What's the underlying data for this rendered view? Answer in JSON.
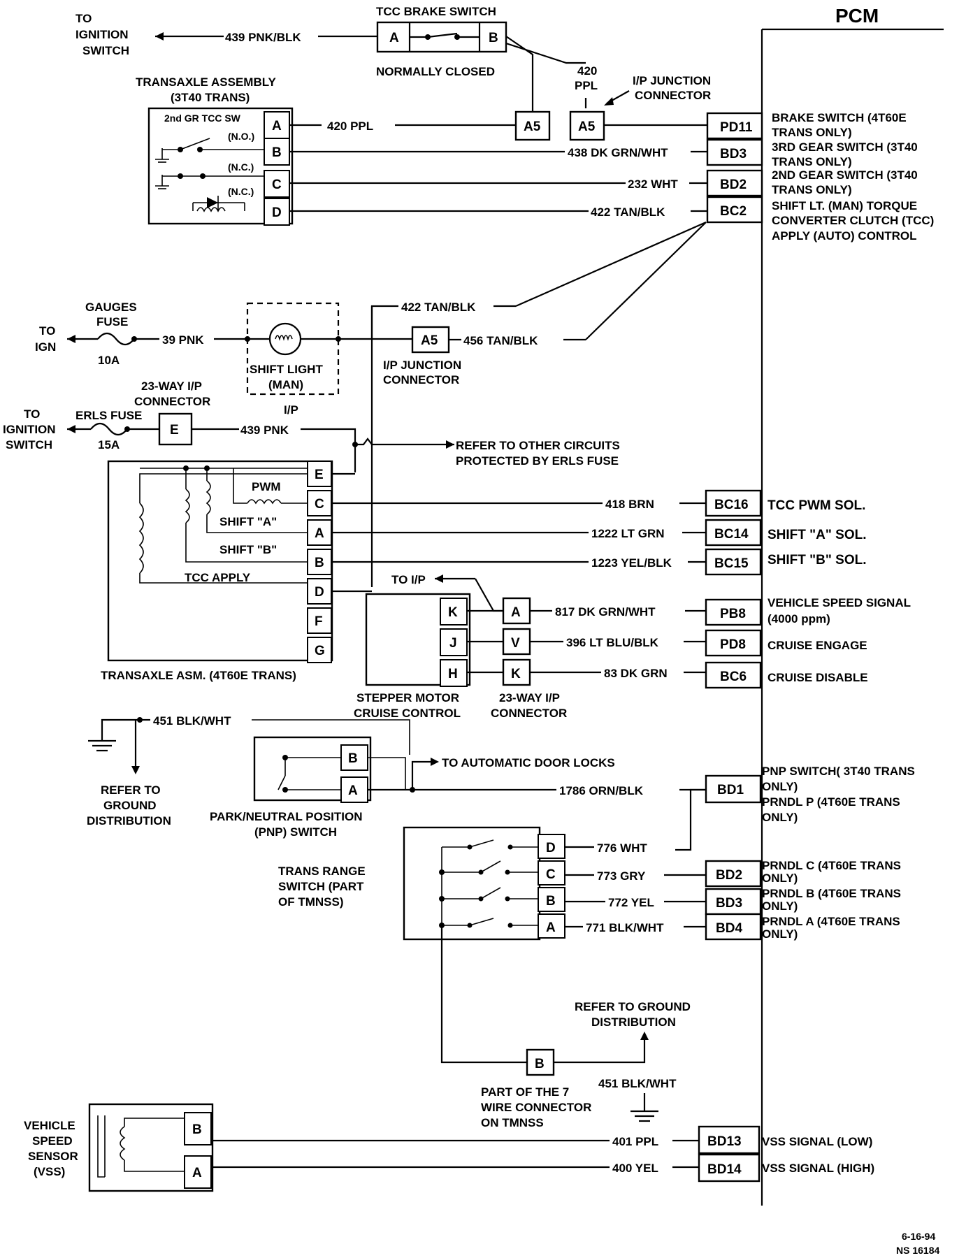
{
  "title": "PCM",
  "footer": {
    "date": "6-16-94",
    "ref": "NS 16184"
  },
  "top": {
    "to_ignition": "TO",
    "to_ignition2": "IGNITION",
    "to_ignition3": "SWITCH",
    "wire_439": "439 PNK/BLK",
    "tcc_brake_switch": "TCC BRAKE SWITCH",
    "normally_closed": "NORMALLY CLOSED",
    "pin_a": "A",
    "pin_b": "B",
    "w420_1": "420",
    "w420_2": "PPL",
    "ip_junction": "I/P JUNCTION",
    "connector": "CONNECTOR"
  },
  "transaxle3t40": {
    "title1": "TRANSAXLE ASSEMBLY",
    "title2": "(3T40 TRANS)",
    "sw": "2nd GR TCC SW",
    "no": "(N.O.)",
    "nc1": "(N.C.)",
    "nc2": "(N.C.)",
    "pins": [
      "A",
      "B",
      "C",
      "D"
    ],
    "a5": "A5",
    "a5b": "A5",
    "wire_420": "420 PPL",
    "wire_438": "438 DK GRN/WHT",
    "wire_232": "232 WHT",
    "wire_422": "422 TAN/BLK"
  },
  "pcm_upper": {
    "pins": [
      "PD11",
      "BD3",
      "BD2",
      "BC2"
    ],
    "labels": [
      "BRAKE SWITCH (4T60E",
      "TRANS ONLY)",
      "3RD GEAR SWITCH (3T40",
      "TRANS ONLY)",
      "2ND GEAR SWITCH (3T40",
      "TRANS ONLY)",
      "SHIFT LT. (MAN) TORQUE",
      "CONVERTER CLUTCH (TCC)",
      "APPLY (AUTO) CONTROL"
    ]
  },
  "shift_light": {
    "to1": "TO",
    "to2": "IGN",
    "gauges": "GAUGES",
    "fuse": "FUSE",
    "amp": "10A",
    "wire_39": "39 PNK",
    "label1": "SHIFT LIGHT",
    "label2": "(MAN)",
    "ip": "I/P",
    "wire_422": "422 TAN/BLK",
    "a5": "A5",
    "wire_456": "456 TAN/BLK",
    "ipj1": "I/P JUNCTION",
    "ipj2": "CONNECTOR"
  },
  "erls": {
    "to1": "TO",
    "to2": "IGNITION",
    "to3": "SWITCH",
    "fuse": "ERLS FUSE",
    "amp": "15A",
    "conn1": "23-WAY I/P",
    "conn2": "CONNECTOR",
    "pin_e": "E",
    "wire_439": "439 PNK",
    "refer1": "REFER TO OTHER CIRCUITS",
    "refer2": "PROTECTED BY ERLS FUSE"
  },
  "transaxle4t60e": {
    "title": "TRANSAXLE ASM. (4T60E TRANS)",
    "pins": [
      "E",
      "C",
      "A",
      "B",
      "D",
      "F",
      "G"
    ],
    "pwm": "PWM",
    "shift_a": "SHIFT \"A\"",
    "shift_b": "SHIFT \"B\"",
    "tcc_apply": "TCC APPLY",
    "wire_418": "418 BRN",
    "wire_1222": "1222 LT GRN",
    "wire_1223": "1223 YEL/BLK"
  },
  "pcm_mid": {
    "pins": [
      "BC16",
      "BC14",
      "BC15",
      "PB8",
      "PD8",
      "BC6"
    ],
    "labels": [
      "TCC PWM SOL.",
      "SHIFT \"A\" SOL.",
      "SHIFT \"B\" SOL.",
      "VEHICLE SPEED SIGNAL",
      "(4000 ppm)",
      "CRUISE ENGAGE",
      "CRUISE DISABLE"
    ]
  },
  "cruise": {
    "to_ip": "TO I/P",
    "pins": [
      "K",
      "J",
      "H"
    ],
    "conn_pins": [
      "A",
      "V",
      "K"
    ],
    "wire_817": "817 DK GRN/WHT",
    "wire_396": "396 LT BLU/BLK",
    "wire_83": "83 DK GRN",
    "label1": "STEPPER MOTOR",
    "label2": "CRUISE CONTROL",
    "conn1": "23-WAY I/P",
    "conn2": "CONNECTOR"
  },
  "pnp": {
    "wire_451": "451 BLK/WHT",
    "refer1": "REFER TO",
    "refer2": "GROUND",
    "refer3": "DISTRIBUTION",
    "pins": [
      "B",
      "A"
    ],
    "label1": "PARK/NEUTRAL POSITION",
    "label2": "(PNP) SWITCH",
    "door_locks": "TO AUTOMATIC DOOR LOCKS",
    "wire_1786": "1786 ORN/BLK",
    "pcm_pin": "BD1",
    "pcm_labels": [
      "PNP SWITCH( 3T40 TRANS",
      "ONLY)",
      "PRNDL P (4T60E TRANS",
      "ONLY)"
    ]
  },
  "trs": {
    "label1": "TRANS RANGE",
    "label2": "SWITCH (PART",
    "label3": "OF TMNSS)",
    "pins": [
      "D",
      "C",
      "B",
      "A"
    ],
    "wire_776": "776 WHT",
    "wire_773": "773  GRY",
    "wire_772": "772 YEL",
    "wire_771": "771 BLK/WHT",
    "pcm_pins": [
      "BD2",
      "BD3",
      "BD4"
    ],
    "pcm_labels": [
      "PRNDL C  (4T60E TRANS",
      "ONLY)",
      "PRNDL B  (4T60E TRANS",
      "ONLY)",
      "PRNDL A (4T60E TRANS",
      "ONLY)"
    ],
    "refer1": "REFER TO GROUND",
    "refer2": "DISTRIBUTION",
    "pin_b": "B",
    "wire_451": "451 BLK/WHT",
    "part1": "PART OF THE 7",
    "part2": "WIRE CONNECTOR",
    "part3": "ON TMNSS"
  },
  "vss": {
    "label1": "VEHICLE",
    "label2": "SPEED",
    "label3": "SENSOR",
    "label4": "(VSS)",
    "pins": [
      "B",
      "A"
    ],
    "wire_401": "401 PPL",
    "wire_400": "400 YEL",
    "pcm_pins": [
      "BD13",
      "BD14"
    ],
    "pcm_labels": [
      "VSS SIGNAL (LOW)",
      "VSS SIGNAL (HIGH)"
    ]
  }
}
